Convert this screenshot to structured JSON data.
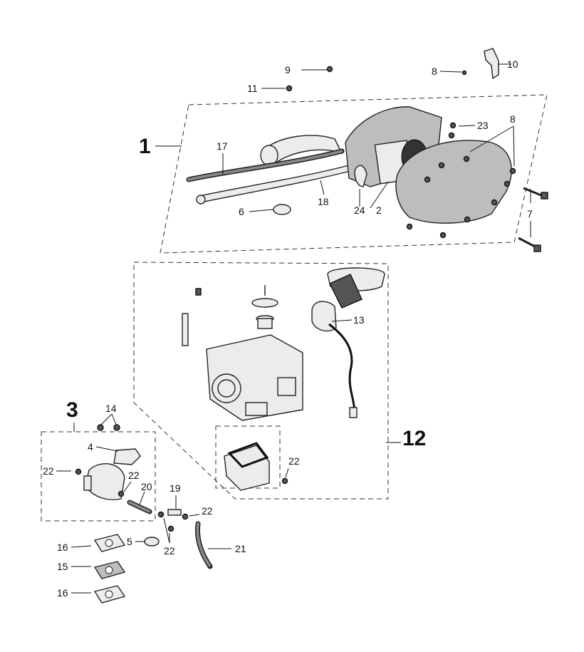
{
  "labels": {
    "l1": "1",
    "l2": "2",
    "l3": "3",
    "l4": "4",
    "l5": "5",
    "l6": "6",
    "l7": "7",
    "l8a": "8",
    "l8b": "8",
    "l9": "9",
    "l10": "10",
    "l11": "11",
    "l12": "12",
    "l13": "13",
    "l14": "14",
    "l15": "15",
    "l16a": "16",
    "l16b": "16",
    "l17": "17",
    "l18": "18",
    "l19": "19",
    "l20": "20",
    "l21": "21",
    "l22a": "22",
    "l22b": "22",
    "l22c": "22",
    "l22d": "22",
    "l22e": "22",
    "l23": "23",
    "l24": "24"
  },
  "colors": {
    "background": "#ffffff",
    "ink": "#111111"
  }
}
